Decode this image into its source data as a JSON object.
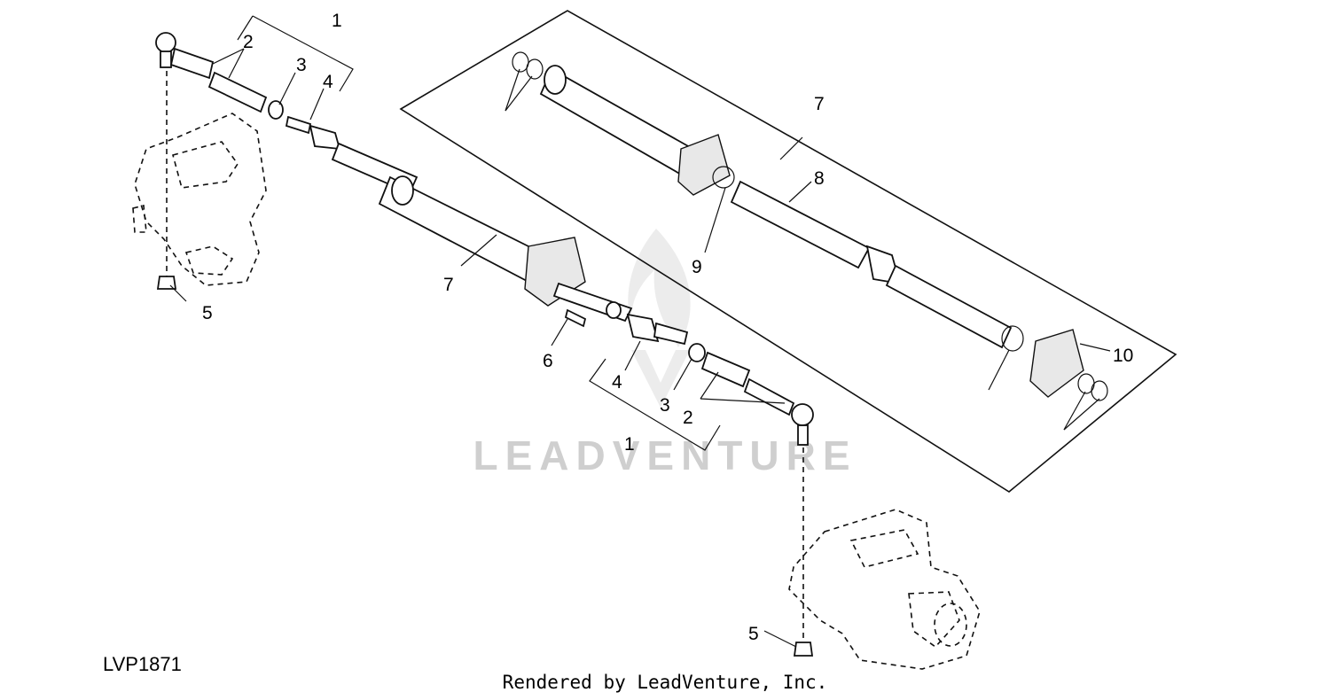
{
  "figure_code": "LVP1871",
  "credit": "Rendered by LeadVenture, Inc.",
  "watermark": "LEADVENTURE",
  "callouts": {
    "c1_left": "1",
    "c2_left": "2",
    "c3_left": "3",
    "c4_left": "4",
    "c5_left": "5",
    "c7_center": "7",
    "c6": "6",
    "c4_right": "4",
    "c3_right": "3",
    "c2_right": "2",
    "c1_right": "1",
    "c5_right": "5",
    "c7_box": "7",
    "c8": "8",
    "c9": "9",
    "c10": "10"
  }
}
